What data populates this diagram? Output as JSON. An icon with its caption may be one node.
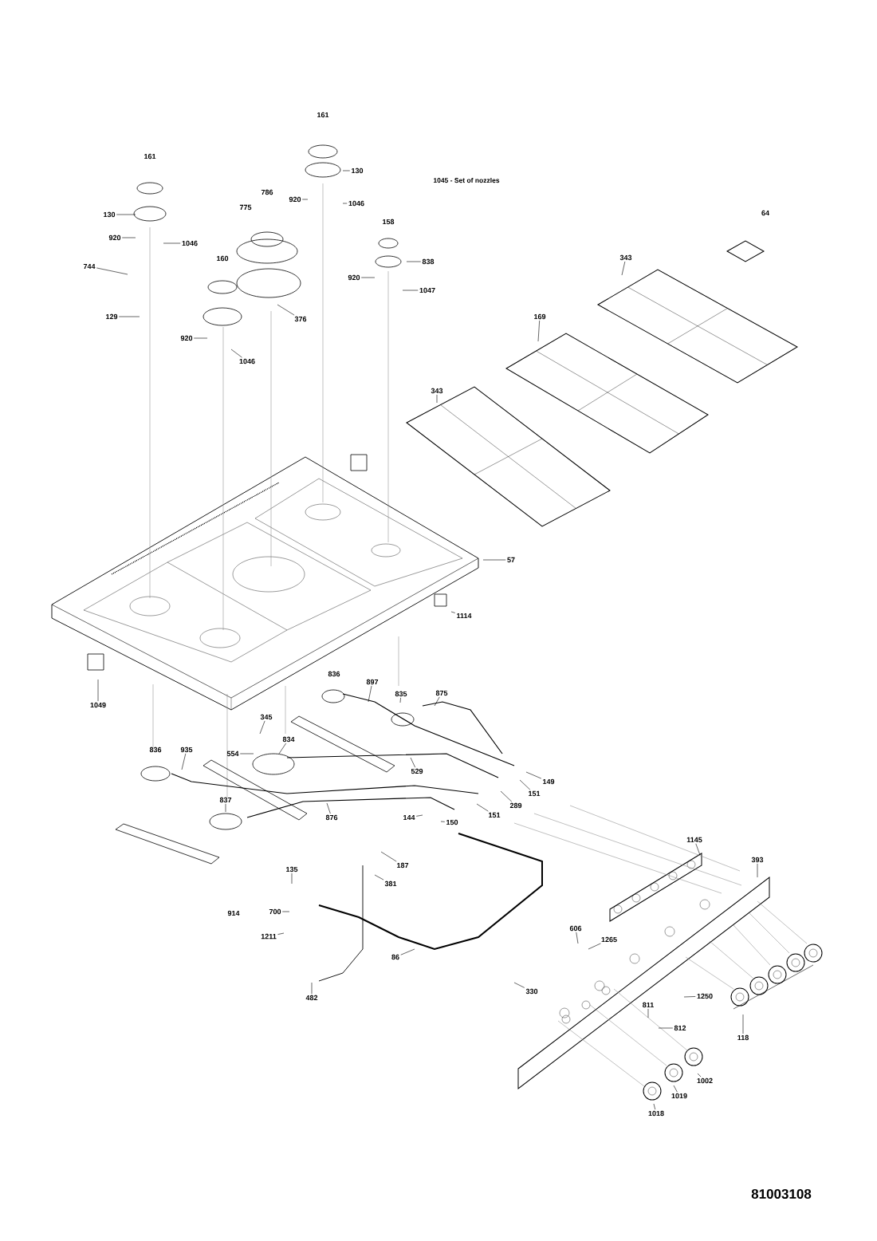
{
  "diagram": {
    "nodes": [
      {
        "text": [
          "130"
        ]
      },
      {
        "text": [
          "920"
        ]
      },
      {
        "text": [
          "1046"
        ]
      },
      {
        "text": [
          "130"
        ]
      },
      {
        "text": [
          "920"
        ]
      },
      {
        "text": [
          "1046"
        ]
      },
      {
        "text": [
          "744"
        ]
      },
      {
        "text": [
          "343"
        ]
      },
      {
        "text": [
          "838"
        ]
      },
      {
        "text": [
          "920"
        ]
      },
      {
        "text": [
          "1047"
        ]
      },
      {
        "text": [
          "129"
        ]
      },
      {
        "text": [
          "376"
        ]
      },
      {
        "text": [
          "169"
        ]
      },
      {
        "text": [
          "920"
        ]
      },
      {
        "text": [
          "1046"
        ]
      },
      {
        "text": [
          "343"
        ]
      },
      {
        "text": [
          "57"
        ]
      },
      {
        "text": [
          "1114"
        ]
      },
      {
        "text": [
          "1049"
        ]
      },
      {
        "text": [
          "897"
        ]
      },
      {
        "text": [
          "835"
        ]
      },
      {
        "text": [
          "875"
        ]
      },
      {
        "text": [
          "345"
        ]
      },
      {
        "text": [
          "834"
        ]
      },
      {
        "text": [
          "935"
        ]
      },
      {
        "text": [
          "554"
        ]
      },
      {
        "text": [
          "529"
        ]
      },
      {
        "text": [
          "149"
        ]
      },
      {
        "text": [
          "151"
        ]
      },
      {
        "text": [
          "289"
        ]
      },
      {
        "text": [
          "837"
        ]
      },
      {
        "text": [
          "876"
        ]
      },
      {
        "text": [
          "144"
        ]
      },
      {
        "text": [
          "151"
        ]
      },
      {
        "text": [
          "150"
        ]
      },
      {
        "text": [
          "1145"
        ]
      },
      {
        "text": [
          "187"
        ]
      },
      {
        "text": [
          "393"
        ]
      },
      {
        "text": [
          "135"
        ]
      },
      {
        "text": [
          "381"
        ]
      },
      {
        "text": [
          "700"
        ]
      },
      {
        "text": [
          "606"
        ]
      },
      {
        "text": [
          "1265"
        ]
      },
      {
        "text": [
          "1211"
        ]
      },
      {
        "text": [
          "86"
        ]
      },
      {
        "text": [
          "482"
        ]
      },
      {
        "text": [
          "330"
        ]
      },
      {
        "text": [
          "1250"
        ]
      },
      {
        "text": [
          "811"
        ]
      },
      {
        "text": [
          "812"
        ]
      },
      {
        "text": [
          "118"
        ]
      },
      {
        "text": [
          "1002"
        ]
      },
      {
        "text": [
          "1019"
        ]
      },
      {
        "text": [
          "1018"
        ]
      }
    ],
    "edges": [
      {
        "from": 0,
        "to": null,
        "arrow": "none"
      },
      {
        "from": 1,
        "to": null,
        "arrow": "none"
      },
      {
        "from": 2,
        "to": null,
        "arrow": "none"
      },
      {
        "from": 3,
        "to": null,
        "arrow": "none"
      },
      {
        "from": 4,
        "to": null,
        "arrow": "none"
      },
      {
        "from": 5,
        "to": null,
        "arrow": "none"
      },
      {
        "from": 6,
        "to": null,
        "arrow": "none"
      },
      {
        "from": 7,
        "to": null,
        "arrow": "none"
      },
      {
        "from": 8,
        "to": null,
        "arrow": "none"
      },
      {
        "from": 9,
        "to": null,
        "arrow": "none"
      },
      {
        "from": 10,
        "to": null,
        "arrow": "none"
      },
      {
        "from": 11,
        "to": null,
        "arrow": "none"
      },
      {
        "from": 12,
        "to": null,
        "arrow": "none"
      },
      {
        "from": 13,
        "to": null,
        "arrow": "none"
      },
      {
        "from": 14,
        "to": null,
        "arrow": "none"
      },
      {
        "from": 15,
        "to": null,
        "arrow": "none"
      },
      {
        "from": 16,
        "to": null,
        "arrow": "none"
      },
      {
        "from": 17,
        "to": null,
        "arrow": "none"
      },
      {
        "from": 18,
        "to": null,
        "arrow": "none"
      },
      {
        "from": 19,
        "to": null,
        "arrow": "none"
      },
      {
        "from": 20,
        "to": null,
        "arrow": "none"
      },
      {
        "from": 21,
        "to": null,
        "arrow": "none"
      },
      {
        "from": 22,
        "to": null,
        "arrow": "none"
      },
      {
        "from": 23,
        "to": null,
        "arrow": "none"
      },
      {
        "from": 24,
        "to": null,
        "arrow": "none"
      },
      {
        "from": 25,
        "to": null,
        "arrow": "none"
      },
      {
        "from": 26,
        "to": null,
        "arrow": "none"
      },
      {
        "from": 27,
        "to": null,
        "arrow": "none"
      },
      {
        "from": 28,
        "to": null,
        "arrow": "none"
      },
      {
        "from": 29,
        "to": null,
        "arrow": "none"
      },
      {
        "from": 30,
        "to": null,
        "arrow": "none"
      },
      {
        "from": 31,
        "to": null,
        "arrow": "none"
      },
      {
        "from": 32,
        "to": null,
        "arrow": "none"
      },
      {
        "from": 33,
        "to": null,
        "arrow": "none"
      },
      {
        "from": 34,
        "to": null,
        "arrow": "none"
      },
      {
        "from": 35,
        "to": null,
        "arrow": "none"
      },
      {
        "from": 36,
        "to": null,
        "arrow": "none"
      },
      {
        "from": 37,
        "to": null,
        "arrow": "none"
      },
      {
        "from": 38,
        "to": null,
        "arrow": "none"
      },
      {
        "from": 39,
        "to": null,
        "arrow": "none"
      },
      {
        "from": 40,
        "to": null,
        "arrow": "none"
      },
      {
        "from": 41,
        "to": null,
        "arrow": "none"
      },
      {
        "from": 42,
        "to": null,
        "arrow": "none"
      },
      {
        "from": 43,
        "to": null,
        "arrow": "none"
      },
      {
        "from": 44,
        "to": null,
        "arrow": "none"
      },
      {
        "from": 45,
        "to": null,
        "arrow": "none"
      },
      {
        "from": 46,
        "to": null,
        "arrow": "none"
      },
      {
        "from": 47,
        "to": null,
        "arrow": "none"
      },
      {
        "from": 48,
        "to": null,
        "arrow": "none"
      },
      {
        "from": 49,
        "to": null,
        "arrow": "none"
      },
      {
        "from": 50,
        "to": null,
        "arrow": "none"
      },
      {
        "from": 51,
        "to": null,
        "arrow": "none"
      },
      {
        "from": 52,
        "to": null,
        "arrow": "none"
      },
      {
        "from": 53,
        "to": null,
        "arrow": "none"
      },
      {
        "from": 54,
        "to": null,
        "arrow": "none"
      }
    ],
    "labels": [
      "161",
      "161",
      "1045 - Set of nozzles",
      "786",
      "775",
      "64",
      "158",
      "160",
      "836",
      "836",
      "914",
      "81003108"
    ]
  }
}
